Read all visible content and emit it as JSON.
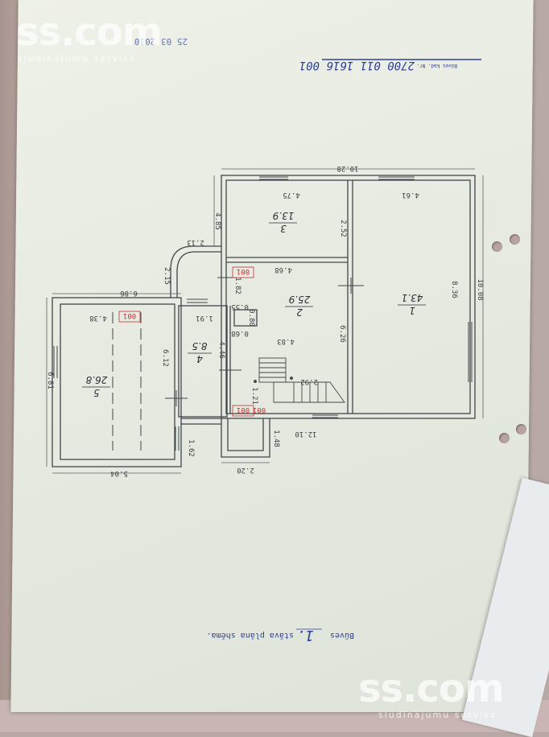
{
  "watermark": {
    "brand": "ss.com",
    "tagline": "sludinājumu serviss"
  },
  "header": {
    "stamp_date": "25 03 2010",
    "cadastre_label": "Būves kad. Nr.",
    "cadastre_number": "2700 011 1616 001"
  },
  "footer": {
    "prefix": "Būves",
    "floor_number": "1.",
    "caption": "stāva plāna shēma."
  },
  "rooms": [
    {
      "number": "1",
      "area": "43.1"
    },
    {
      "number": "2",
      "area": "25.9"
    },
    {
      "number": "3",
      "area": "13.9"
    },
    {
      "number": "4",
      "area": "8.5"
    },
    {
      "number": "5",
      "area": "26.8"
    }
  ],
  "stamps": [
    "001",
    "001",
    "001",
    "001"
  ],
  "dimensions": {
    "top_total": "10.28",
    "right_total": "10.08",
    "room1_top": "4.61",
    "room1_side": "8.36",
    "room3_top": "4.75",
    "room3_side": "2.52",
    "left_upper": "4.85",
    "vestibule_top": "2.13",
    "vestibule_side": "2.15",
    "room2_top": "4.68",
    "room2_mid": "4.83",
    "room2_side": "6.26",
    "closet_a": "1.82",
    "closet_b": "0.55",
    "closet_c": "0.80",
    "closet_d": "0.68",
    "room4_top": "1.91",
    "room4_side": "4.46",
    "stair": "2.92",
    "stair_small": "1.21",
    "bottom_right": "12.10",
    "porch_side": "1.48",
    "porch_bottom": "2.20",
    "room5_top_outer": "6.86",
    "room5_top_inner": "4.38",
    "room5_side_inner": "6.12",
    "room5_side_outer": "6.81",
    "room5_bottom": "5.04",
    "room5_small": "1.62"
  }
}
